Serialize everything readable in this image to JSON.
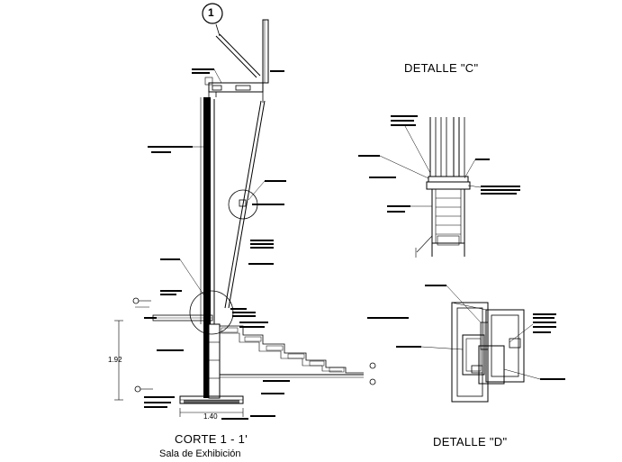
{
  "section_mark": "1",
  "detail_c": {
    "title": "DETALLE \"C\""
  },
  "detail_d": {
    "title": "DETALLE \"D\""
  },
  "section": {
    "title": "CORTE 1 - 1'",
    "subtitle": "Sala de Exhibición"
  },
  "dimensions": {
    "height": "1.92",
    "width": "1.40"
  },
  "colors": {
    "line": "#000000",
    "background": "#ffffff"
  }
}
